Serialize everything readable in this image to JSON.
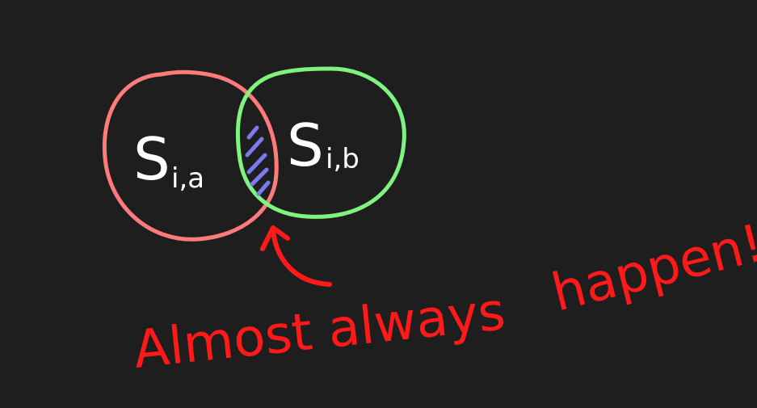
{
  "diagram": {
    "background_color": "#1e1e1e",
    "set_a": {
      "label_main": "S",
      "label_sub": "i,a",
      "stroke_color": "#ff7b7b",
      "label_color": "#ffffff"
    },
    "set_b": {
      "label_main": "S",
      "label_sub": "i,b",
      "stroke_color": "#7ff27f",
      "label_color": "#ffffff"
    },
    "intersection": {
      "hatch_color": "#7b7bf0"
    },
    "annotation": {
      "text_part1": "Almost always",
      "text_part2": "happen!",
      "color": "#ff1a1a",
      "arrow_icon": "curved-arrow-up-icon"
    }
  }
}
